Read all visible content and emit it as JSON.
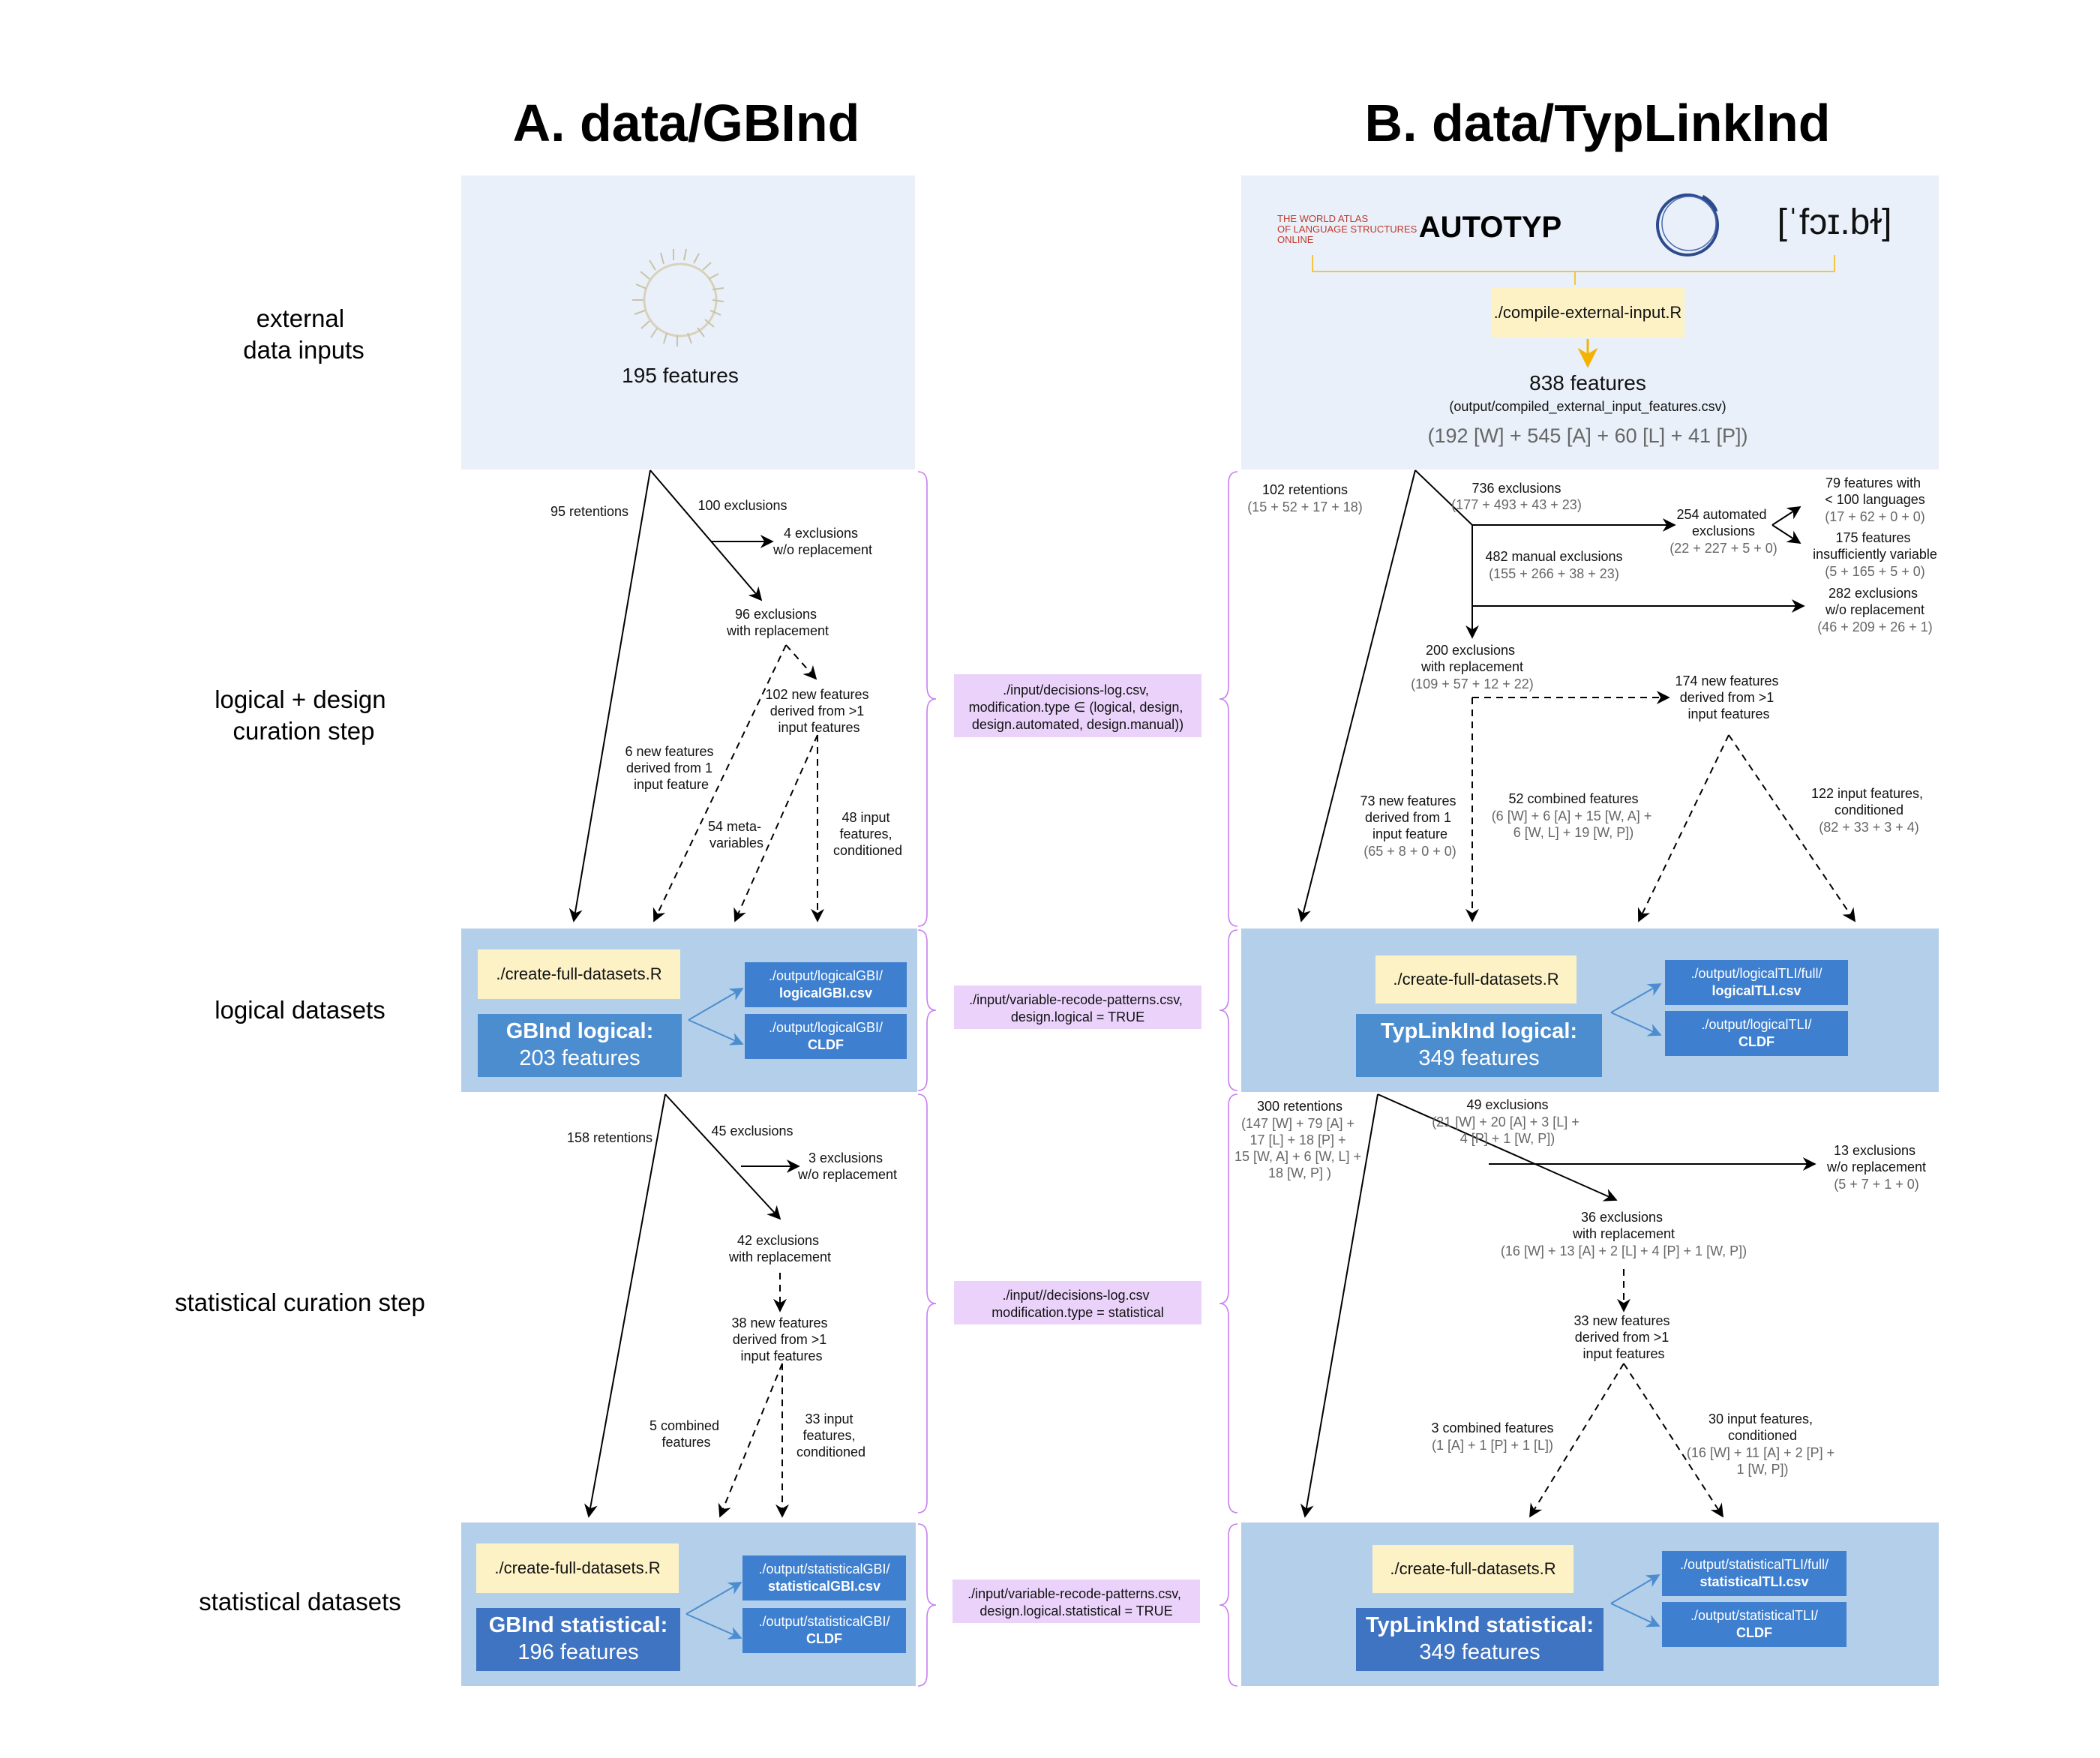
{
  "headers": {
    "a": "A. data/GBInd",
    "b": "B. data/TypLinkInd"
  },
  "rows": {
    "external": [
      "external",
      "data inputs"
    ],
    "logical_curation": [
      "logical + design",
      "curation step"
    ],
    "logical_datasets": "logical datasets",
    "statistical_curation": "statistical curation step",
    "statistical_datasets": "statistical datasets"
  },
  "config": {
    "decisions_logical": [
      "./input/decisions-log.csv,",
      "modification.type ∈ (logical, design,",
      "design.automated, design.manual))"
    ],
    "recode_logical": [
      "./input/variable-recode-patterns.csv,",
      "design.logical = TRUE"
    ],
    "decisions_statistical": [
      "./input//decisions-log.csv",
      "modification.type = statistical"
    ],
    "recode_statistical": [
      "./input/variable-recode-patterns.csv,",
      "design.logical.statistical = TRUE"
    ]
  },
  "gbind": {
    "external_features": "195 features",
    "logical_step": {
      "retentions": "95 retentions",
      "exclusions": "100 exclusions",
      "excl_without": [
        "4 exclusions",
        "w/o replacement"
      ],
      "excl_with": [
        "96 exclusions",
        "with replacement"
      ],
      "new_multi": [
        "102 new features",
        "derived from >1",
        "input features"
      ],
      "new_single": [
        "6 new features",
        "derived from 1",
        "input feature"
      ],
      "meta": [
        "54 meta-",
        "variables"
      ],
      "conditioned": [
        "48 input",
        "features,",
        "conditioned"
      ]
    },
    "logical_dataset": {
      "script": "./create-full-datasets.R",
      "title": "GBInd logical:",
      "count": "203 features",
      "out_csv": [
        "./output/logicalGBI/",
        "logicalGBI.csv"
      ],
      "out_cldf": [
        "./output/logicalGBI/",
        "CLDF"
      ]
    },
    "statistical_step": {
      "retentions": "158 retentions",
      "exclusions": "45 exclusions",
      "excl_without": [
        "3 exclusions",
        "w/o replacement"
      ],
      "excl_with": [
        "42 exclusions",
        "with replacement"
      ],
      "new_multi": [
        "38 new features",
        "derived from >1",
        "input features"
      ],
      "combined": [
        "5 combined",
        "features"
      ],
      "conditioned": [
        "33 input",
        "features,",
        "conditioned"
      ]
    },
    "statistical_dataset": {
      "script": "./create-full-datasets.R",
      "title": "GBInd statistical:",
      "count": "196 features",
      "out_csv": [
        "./output/statisticalGBI/",
        "statisticalGBI.csv"
      ],
      "out_cldf": [
        "./output/statisticalGBI/",
        "CLDF"
      ]
    }
  },
  "typlink": {
    "sources": {
      "wals": [
        "THE WORLD ATLAS",
        "OF LANGUAGE STRUCTURES",
        "ONLINE"
      ],
      "autotyp": "AUTOTYP",
      "phoible": "[ˈfɔɪ.bɫ]"
    },
    "compile_script": "./compile-external-input.R",
    "external_features": "838 features",
    "external_file": "(output/compiled_external_input_features.csv)",
    "external_breakdown": "(192 [W] + 545 [A] + 60 [L] + 41 [P])",
    "logical_step": {
      "retentions": "102 retentions",
      "retentions_detail": "(15 + 52 + 17 + 18)",
      "exclusions": "736 exclusions",
      "exclusions_detail": "(177 + 493 + 43 + 23)",
      "automated": [
        "254 automated",
        "exclusions"
      ],
      "automated_detail": "(22 + 227 + 5 + 0)",
      "few_langs": [
        "79 features with",
        "< 100 languages"
      ],
      "few_langs_detail": "(17 + 62 + 0 + 0)",
      "insuff": [
        "175 features",
        "insufficiently variable"
      ],
      "insuff_detail": "(5 + 165 + 5 + 0)",
      "manual": "482 manual exclusions",
      "manual_detail": "(155 + 266 + 38 + 23)",
      "excl_without": [
        "282 exclusions",
        "w/o replacement"
      ],
      "excl_without_detail": "(46 + 209 + 26 + 1)",
      "excl_with": [
        "200 exclusions",
        "with replacement"
      ],
      "excl_with_detail": "(109 + 57 + 12 + 22)",
      "new_multi": [
        "174 new features",
        "derived from >1",
        "input features"
      ],
      "new_single": [
        "73 new features",
        "derived from 1",
        "input feature"
      ],
      "new_single_detail": "(65 + 8 + 0 + 0)",
      "combined": "52 combined features",
      "combined_detail": [
        "(6 [W] + 6 [A] + 15 [W, A] +",
        "6 [W, L] + 19 [W, P])"
      ],
      "conditioned": [
        "122 input features,",
        "conditioned"
      ],
      "conditioned_detail": "(82 + 33 + 3 + 4)"
    },
    "logical_dataset": {
      "script": "./create-full-datasets.R",
      "title": "TypLinkInd logical:",
      "count": "349 features",
      "out_csv": [
        "./output/logicalTLI/full/",
        "logicalTLI.csv"
      ],
      "out_cldf": [
        "./output/logicalTLI/",
        "CLDF"
      ]
    },
    "statistical_step": {
      "retentions": "300 retentions",
      "retentions_detail": [
        "(147 [W] + 79 [A] +",
        "17 [L] + 18 [P] +",
        "15 [W, A] + 6 [W, L] +",
        "18 [W, P] )"
      ],
      "exclusions": "49 exclusions",
      "exclusions_detail": [
        "(21 [W] + 20 [A] + 3 [L] +",
        "4 [P] + 1 [W, P])"
      ],
      "excl_without": [
        "13 exclusions",
        "w/o replacement"
      ],
      "excl_without_detail": "(5 + 7 + 1 + 0)",
      "excl_with": [
        "36 exclusions",
        "with replacement"
      ],
      "excl_with_detail": "(16 [W] + 13 [A] + 2 [L] + 4 [P] + 1 [W, P])",
      "new_multi": [
        "33 new features",
        "derived from >1",
        "input features"
      ],
      "combined": "3 combined features",
      "combined_detail": "(1 [A] + 1 [P] + 1 [L])",
      "conditioned": [
        "30 input features,",
        "conditioned"
      ],
      "conditioned_detail": [
        "(16 [W] + 11 [A] + 2 [P] +",
        "1 [W, P])"
      ]
    },
    "statistical_dataset": {
      "script": "./create-full-datasets.R",
      "title": "TypLinkInd statistical:",
      "count": "349 features",
      "out_csv": [
        "./output/statisticalTLI/full/",
        "statisticalTLI.csv"
      ],
      "out_cldf": [
        "./output/statisticalTLI/",
        "CLDF"
      ]
    }
  },
  "colors": {
    "external_bg": "#e9f0f9",
    "dataset_bg": "#b4cfe9",
    "script_bg": "#fdf2c6",
    "title_box": "#4c8dcf",
    "title_box_stat": "#3f74c2",
    "output_box": "#3e7fcf",
    "config_box": "#ead2fa",
    "brace": "#c77ff0",
    "compile_arrow": "#f5b301"
  }
}
